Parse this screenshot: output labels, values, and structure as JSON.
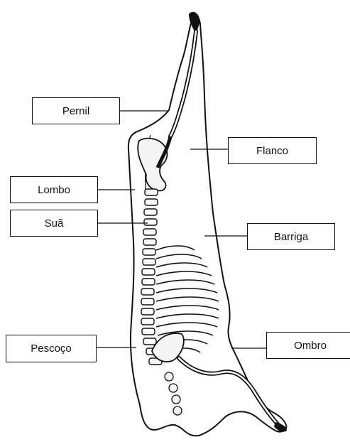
{
  "labels": {
    "pernil": "Pernil",
    "flanco": "Flanco",
    "lombo": "Lombo",
    "sua": "Suã",
    "barriga": "Barriga",
    "pescoco": "Pescoço",
    "ombro": "Ombro"
  },
  "colors": {
    "outline": "#111111",
    "background": "#ffffff"
  }
}
